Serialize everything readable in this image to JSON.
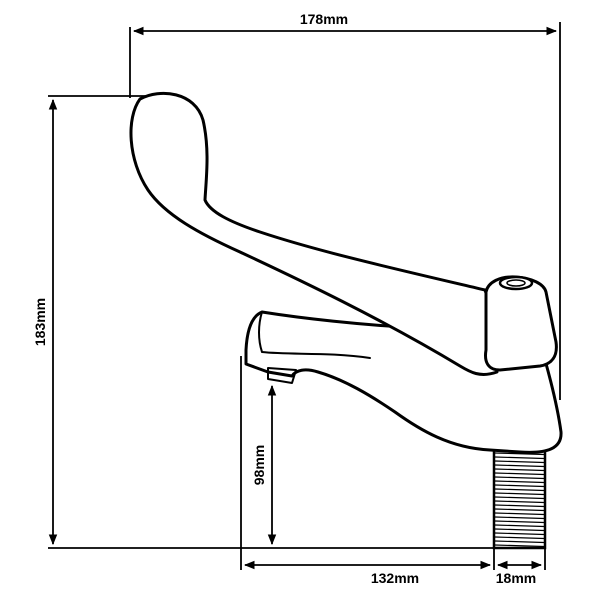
{
  "dimensions": {
    "overall_width": "178mm",
    "overall_height": "183mm",
    "spout_height": "98mm",
    "spout_reach": "132mm",
    "thread_diameter": "18mm"
  }
}
